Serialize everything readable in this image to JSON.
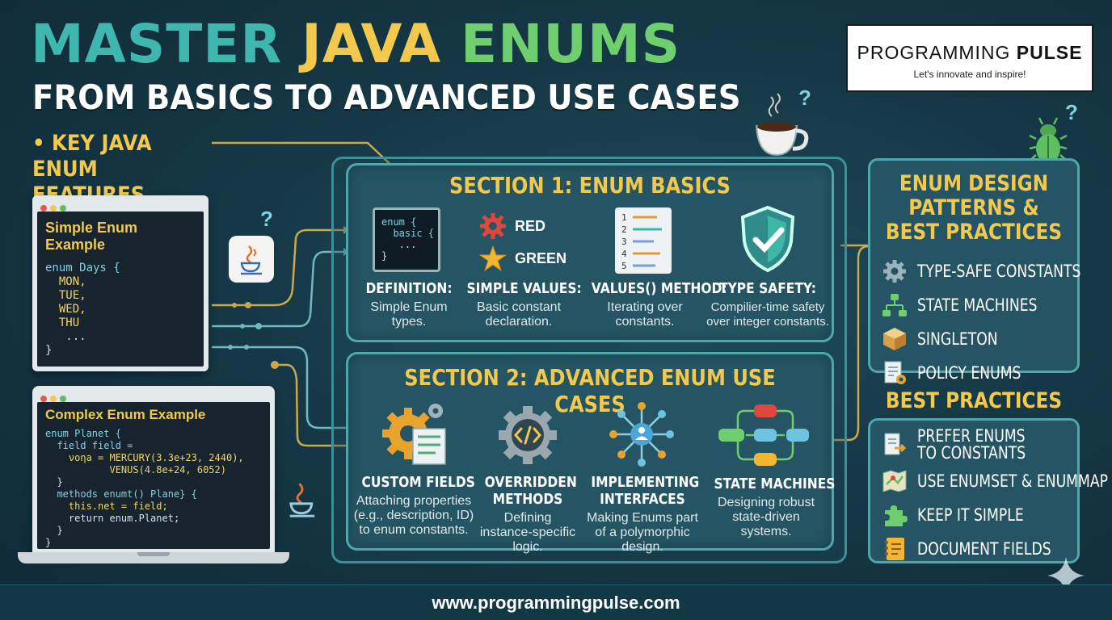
{
  "title": {
    "word1": "MASTER",
    "word2": "JAVA",
    "word3": "ENUMS",
    "subtitle": "FROM BASICS TO ADVANCED USE CASES"
  },
  "logo": {
    "brand1": "PROGRAMMING",
    "brand2": "PULSE",
    "tagline": "Let's innovate and inspire!"
  },
  "key_features": "• KEY JAVA ENUM FEATURES",
  "simple_example": {
    "title": "Simple Enum Example",
    "lines": [
      "enum Days {",
      "  MON,",
      "  TUE,",
      "  WED,",
      "  THU",
      "   ...",
      "}"
    ]
  },
  "complex_example": {
    "title": "Complex Enum Example",
    "lines": [
      "enum Planet {",
      "  field field =",
      "    νοηa = MERCURY(3.3e+23, 2440),",
      "           VENUS(4.8e+24, 6052)",
      "  }",
      "  methods enumt() Plane} {",
      "    this.net = field;",
      "    return enum.Planet;",
      "  }",
      "}"
    ]
  },
  "section1": {
    "title": "SECTION 1: ENUM BASICS",
    "code_icon_lines": [
      "enum {",
      "  basic {",
      "   ...",
      "}"
    ],
    "values": [
      "RED",
      "GREEN"
    ],
    "cards": [
      {
        "label": "DEFINITION:",
        "desc": "Simple Enum types."
      },
      {
        "label": "SIMPLE VALUES:",
        "desc": "Basic constant declaration."
      },
      {
        "label": "VALUES() METHOD:",
        "desc": "Iterating over constants."
      },
      {
        "label": "TYPE SAFETY:",
        "desc": "Compilier-time safety over integer constants."
      }
    ]
  },
  "section2": {
    "title": "SECTION 2: ADVANCED ENUM USE CASES",
    "cards": [
      {
        "label": "CUSTOM FIELDS",
        "desc": "Attaching properties (e.g., description, ID) to enum constants."
      },
      {
        "label": "OVERRIDDEN METHODS",
        "desc": "Defining instance-specific logic."
      },
      {
        "label": "IMPLEMENTING INTERFACES",
        "desc": "Making Enums part of a polymorphic design."
      },
      {
        "label": "STATE MACHINES",
        "desc": "Designing robust state-driven systems."
      }
    ]
  },
  "design_patterns": {
    "title": "ENUM DESIGN PATTERNS & BEST PRACTICES",
    "items": [
      "TYPE-SAFE CONSTANTS",
      "STATE MACHINES",
      "SINGLETON",
      "POLICY ENUMS"
    ]
  },
  "best_practices": {
    "title": "BEST PRACTICES",
    "items": [
      "PREFER ENUMS TO CONSTANTS",
      "USE ENUMSET & ENUMMAP",
      "KEEP IT SIMPLE",
      "DOCUMENT FIELDS"
    ]
  },
  "footer_url": "www.programmingpulse.com",
  "colors": {
    "accent_teal": "#3fb6b0",
    "accent_yellow": "#f2c94c",
    "accent_green": "#6fcf6f",
    "panel_bg": "#255564"
  }
}
